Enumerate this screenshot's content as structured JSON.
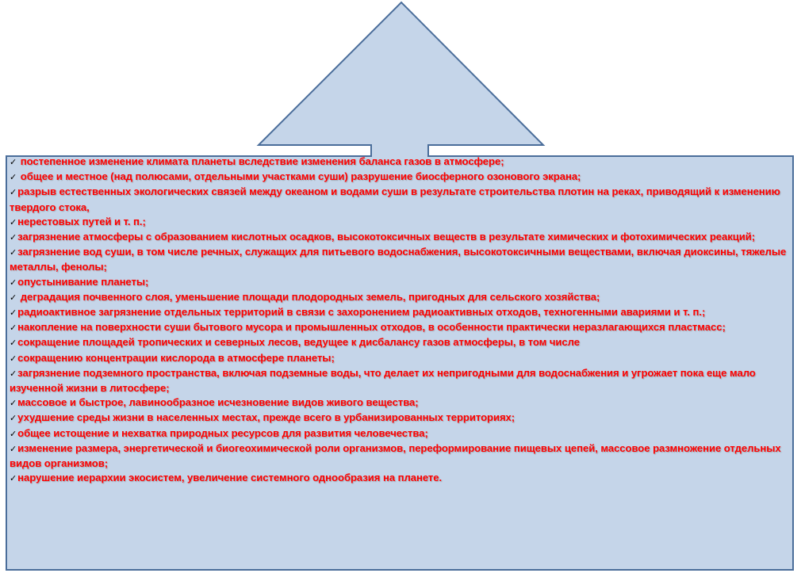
{
  "colors": {
    "shape_fill": "#c5d5e9",
    "shape_stroke": "#4a6d9a",
    "text": "#ff0000",
    "checkmark": "#000000"
  },
  "check_icon": "checkmark-icon",
  "items": [
    {
      "text": "  постепенное изменение климата планеты вследствие изменения баланса газов в атмосфере;"
    },
    {
      "text": "  общее и местное (над полюсами, отдельными  участками суши) разрушение биосферного озонового экрана;"
    },
    {
      "text": "разрыв естественных экологических связей между океаном и водами суши в результате строительства плотин на реках, приводящий к изменению твердого стока,"
    },
    {
      "text": "нерестовых путей и т. п.;"
    },
    {
      "text": "загрязнение атмосферы с образованием кислотных осадков, высокотоксичных веществ в результате химических и фотохимических реакций;"
    },
    {
      "text": "загрязнение вод суши, в том числе речных, служащих для питьевого водоснабжения, высокотоксичными веществами, включая диоксины, тяжелые металлы, фенолы;"
    },
    {
      "text": "опустынивание планеты;"
    },
    {
      "text": "  деградация почвенного слоя, уменьшение площади плодородных земель, пригодных для сельского хозяйства;"
    },
    {
      "text": "радиоактивное загрязнение отдельных территорий в связи с захоронением радиоактивных отходов, техногенными авариями и т. п.;"
    },
    {
      "text": "накопление на поверхности суши бытового мусора и промышленных отходов, в особенности практически неразлагающихся пластмасс;"
    },
    {
      "text": "сокращение площадей тропических и северных лесов, ведущее к дисбалансу газов атмосферы, в том числе"
    },
    {
      "text": "сокращению концентрации кислорода в атмосфере планеты;"
    },
    {
      "text": "загрязнение подземного пространства, включая подземные воды, что делает их непригодными для водоснабжения и угрожает пока еще мало изученной жизни в литосфере;"
    },
    {
      "text": "массовое и быстрое, лавинообразное исчезновение видов живого вещества;"
    },
    {
      "text": "ухудшение среды жизни в населенных местах, прежде всего в урбанизированных территориях;"
    },
    {
      "text": "общее истощение и нехватка природных ресурсов для развития человечества;"
    },
    {
      "text": "изменение размера, энергетической и биогеохимической роли организмов, переформирование пищевых цепей, массовое размножение отдельных видов организмов;"
    },
    {
      "text": "нарушение иерархии экосистем, увеличение системного однообразия на планете."
    }
  ]
}
